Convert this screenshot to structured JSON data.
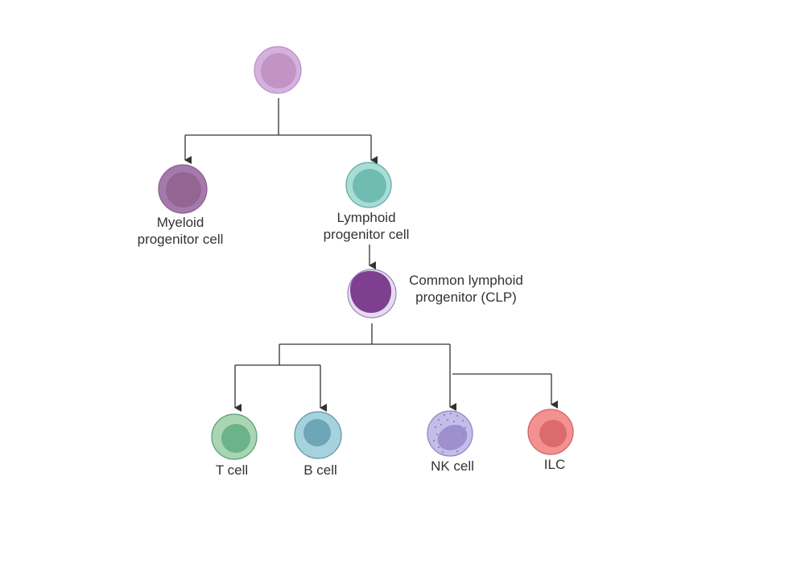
{
  "diagram": {
    "nodes": {
      "hsc": {},
      "myeloid": {
        "label_lines": [
          "Myeloid",
          "progenitor cell"
        ]
      },
      "lymphoid": {
        "label_lines": [
          "Lymphoid",
          "progenitor cell"
        ]
      },
      "clp": {
        "label_lines": [
          "Common lymphoid",
          "progenitor (CLP)"
        ]
      },
      "t_cell": {
        "label_lines": [
          "T cell"
        ]
      },
      "b_cell": {
        "label_lines": [
          "B cell"
        ]
      },
      "nk_cell": {
        "label_lines": [
          "NK cell"
        ]
      },
      "ilc": {
        "label_lines": [
          "ILC"
        ]
      }
    },
    "colors": {
      "line": "#333333",
      "hsc_outer": "#d6b1df",
      "hsc_inner": "#c293c5",
      "hsc_stroke": "#b98cc0",
      "myeloid_outer": "#a679ad",
      "myeloid_inner": "#936593",
      "myeloid_stroke": "#8a5f8e",
      "lymphoid_outer": "#a8dcd6",
      "lymphoid_inner": "#6fbcb0",
      "lymphoid_stroke": "#5fa9a0",
      "clp_outer": "#e5dcf1",
      "clp_inner": "#7e3f91",
      "clp_stroke": "#9c86bb",
      "t_outer": "#a8d6b2",
      "t_inner": "#6cb28a",
      "t_stroke": "#5a9c74",
      "b_outer": "#a6d2dd",
      "b_inner": "#6da6b7",
      "b_stroke": "#5b92a2",
      "nk_outer": "#c4bde8",
      "nk_inner": "#9e8fcd",
      "nk_stroke": "#8e84c0",
      "nk_granule": "#8a7fc4",
      "ilc_outer": "#f2918f",
      "ilc_inner": "#dc6b6e",
      "ilc_stroke": "#cc6265"
    }
  }
}
